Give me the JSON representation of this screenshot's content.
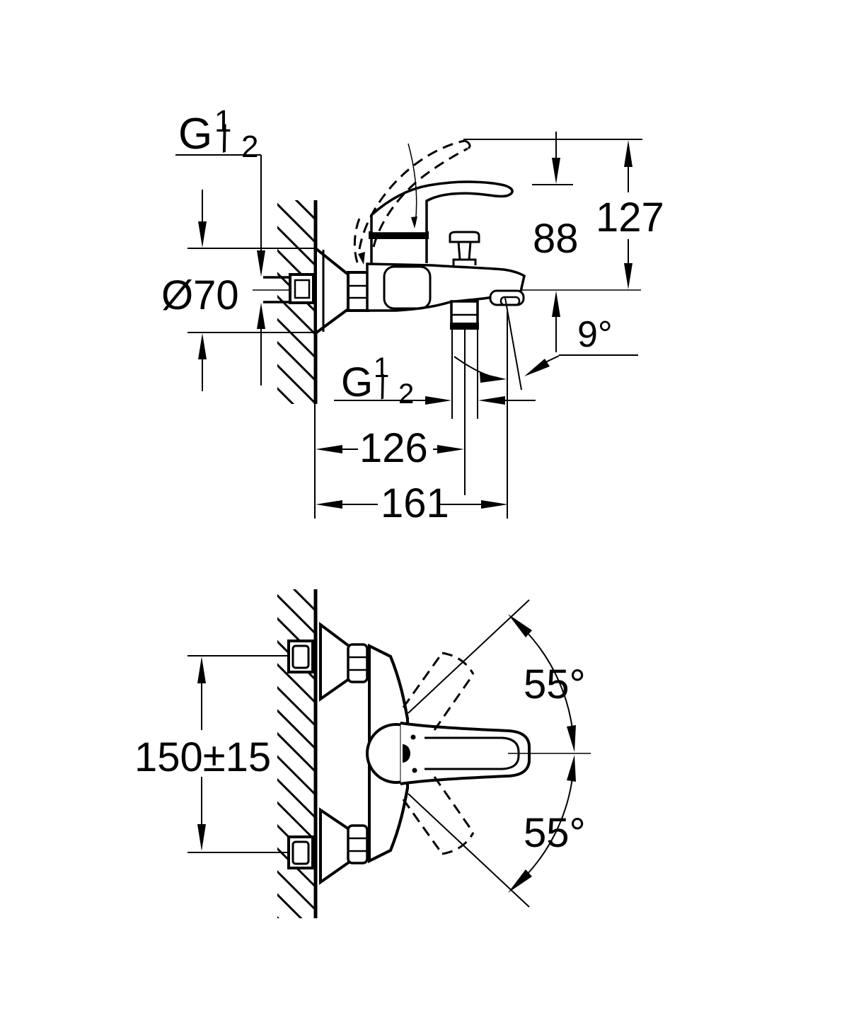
{
  "page": {
    "background": "#ffffff",
    "line_color": "#000000"
  },
  "drawing": {
    "side_view": {
      "wall_thread": {
        "g": "G",
        "sup": "1",
        "slash": "/",
        "sub": "2"
      },
      "escutcheon_diameter": "Ø70",
      "overall_height": "127",
      "spout_height": "88",
      "spout_angle": "9°",
      "outlet_thread": {
        "g": "G",
        "sup": "1",
        "slash": "/",
        "sub": "2"
      },
      "wall_to_outlet": "126",
      "wall_to_spout_tip": "161"
    },
    "plan_view": {
      "connection_spacing": "150±15",
      "lever_swing_up": "55°",
      "lever_swing_down": "55°"
    }
  }
}
